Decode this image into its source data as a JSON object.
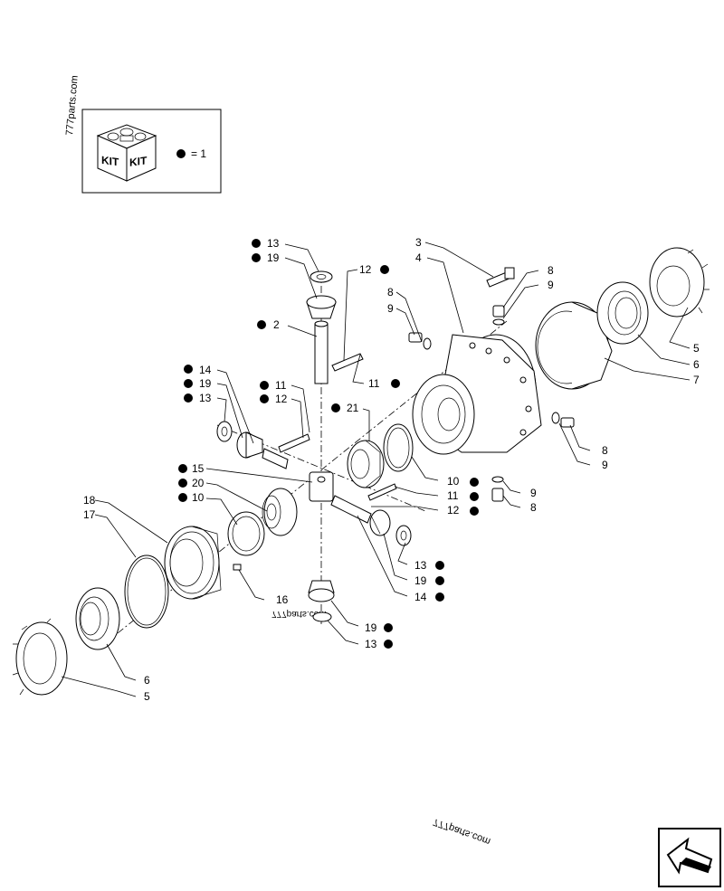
{
  "kit": {
    "icon_top": "KIT",
    "icon_bottom": "KIT",
    "legend": "= 1"
  },
  "watermarks": [
    "777parts.com",
    "777parts.com",
    "777parts.com"
  ],
  "callouts": [
    "13",
    "19",
    "12",
    "2",
    "3",
    "4",
    "8",
    "9",
    "8",
    "9",
    "14",
    "19",
    "13",
    "11",
    "12",
    "11",
    "21",
    "15",
    "20",
    "10",
    "18",
    "17",
    "5",
    "6",
    "7",
    "8",
    "9",
    "10",
    "11",
    "12",
    "9",
    "8",
    "13",
    "19",
    "14",
    "16",
    "19",
    "13",
    "6",
    "5"
  ],
  "nav": {
    "icon": "arrow-icon"
  }
}
